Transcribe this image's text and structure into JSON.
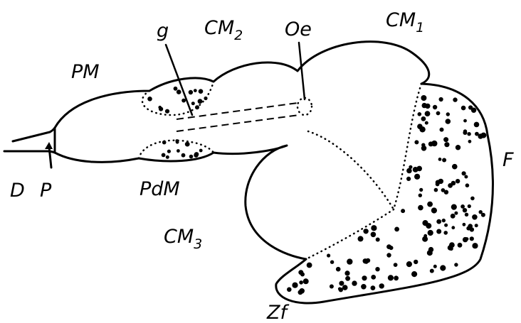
{
  "labels": {
    "g": "g",
    "cm2": "CM",
    "cm2_sub": "2",
    "oe": "Oe",
    "cm1": "CM",
    "cm1_sub": "1",
    "pm": "PM",
    "f": "F",
    "d": "D",
    "p": "P",
    "pdm": "PdM",
    "cm3": "CM",
    "cm3_sub": "3",
    "zf": "Zf"
  },
  "colors": {
    "ink": "#000000",
    "background": "#ffffff"
  }
}
